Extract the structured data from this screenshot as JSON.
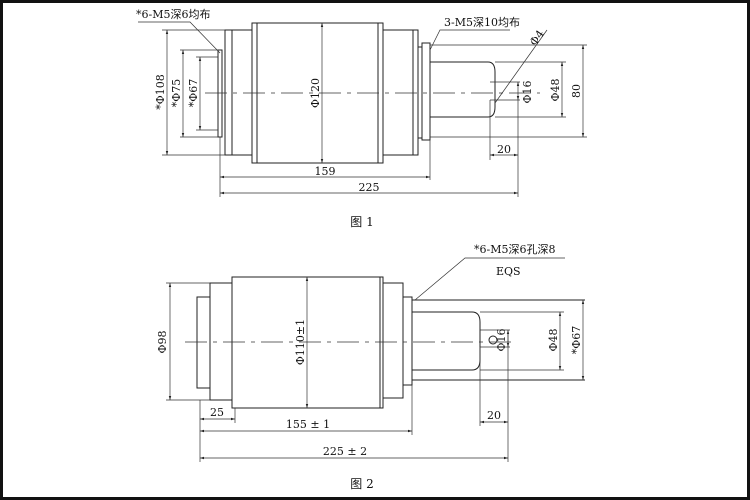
{
  "figure1": {
    "caption": "图 1",
    "note_left": "*6-M5深6均布",
    "note_right": "3-M5深10均布",
    "dims": {
      "d108": "*Φ108",
      "d75": "*Φ75",
      "d67": "*Φ67",
      "d120": "Φ120",
      "d4": "Φ4",
      "d16": "Φ16",
      "d48": "Φ48",
      "h80": "80",
      "l20": "20",
      "l159": "159",
      "l225": "225"
    }
  },
  "figure2": {
    "caption": "图 2",
    "note": "*6-M5深6孔深8",
    "label_eqs": "EQS",
    "dims": {
      "d98": "Φ98",
      "d110": "Φ110±1",
      "d16": "Φ16",
      "d48": "Φ48",
      "d67": "*Φ67",
      "l25": "25",
      "l20": "20",
      "l155": "155 ± 1",
      "l225": "225 ± 2"
    }
  }
}
